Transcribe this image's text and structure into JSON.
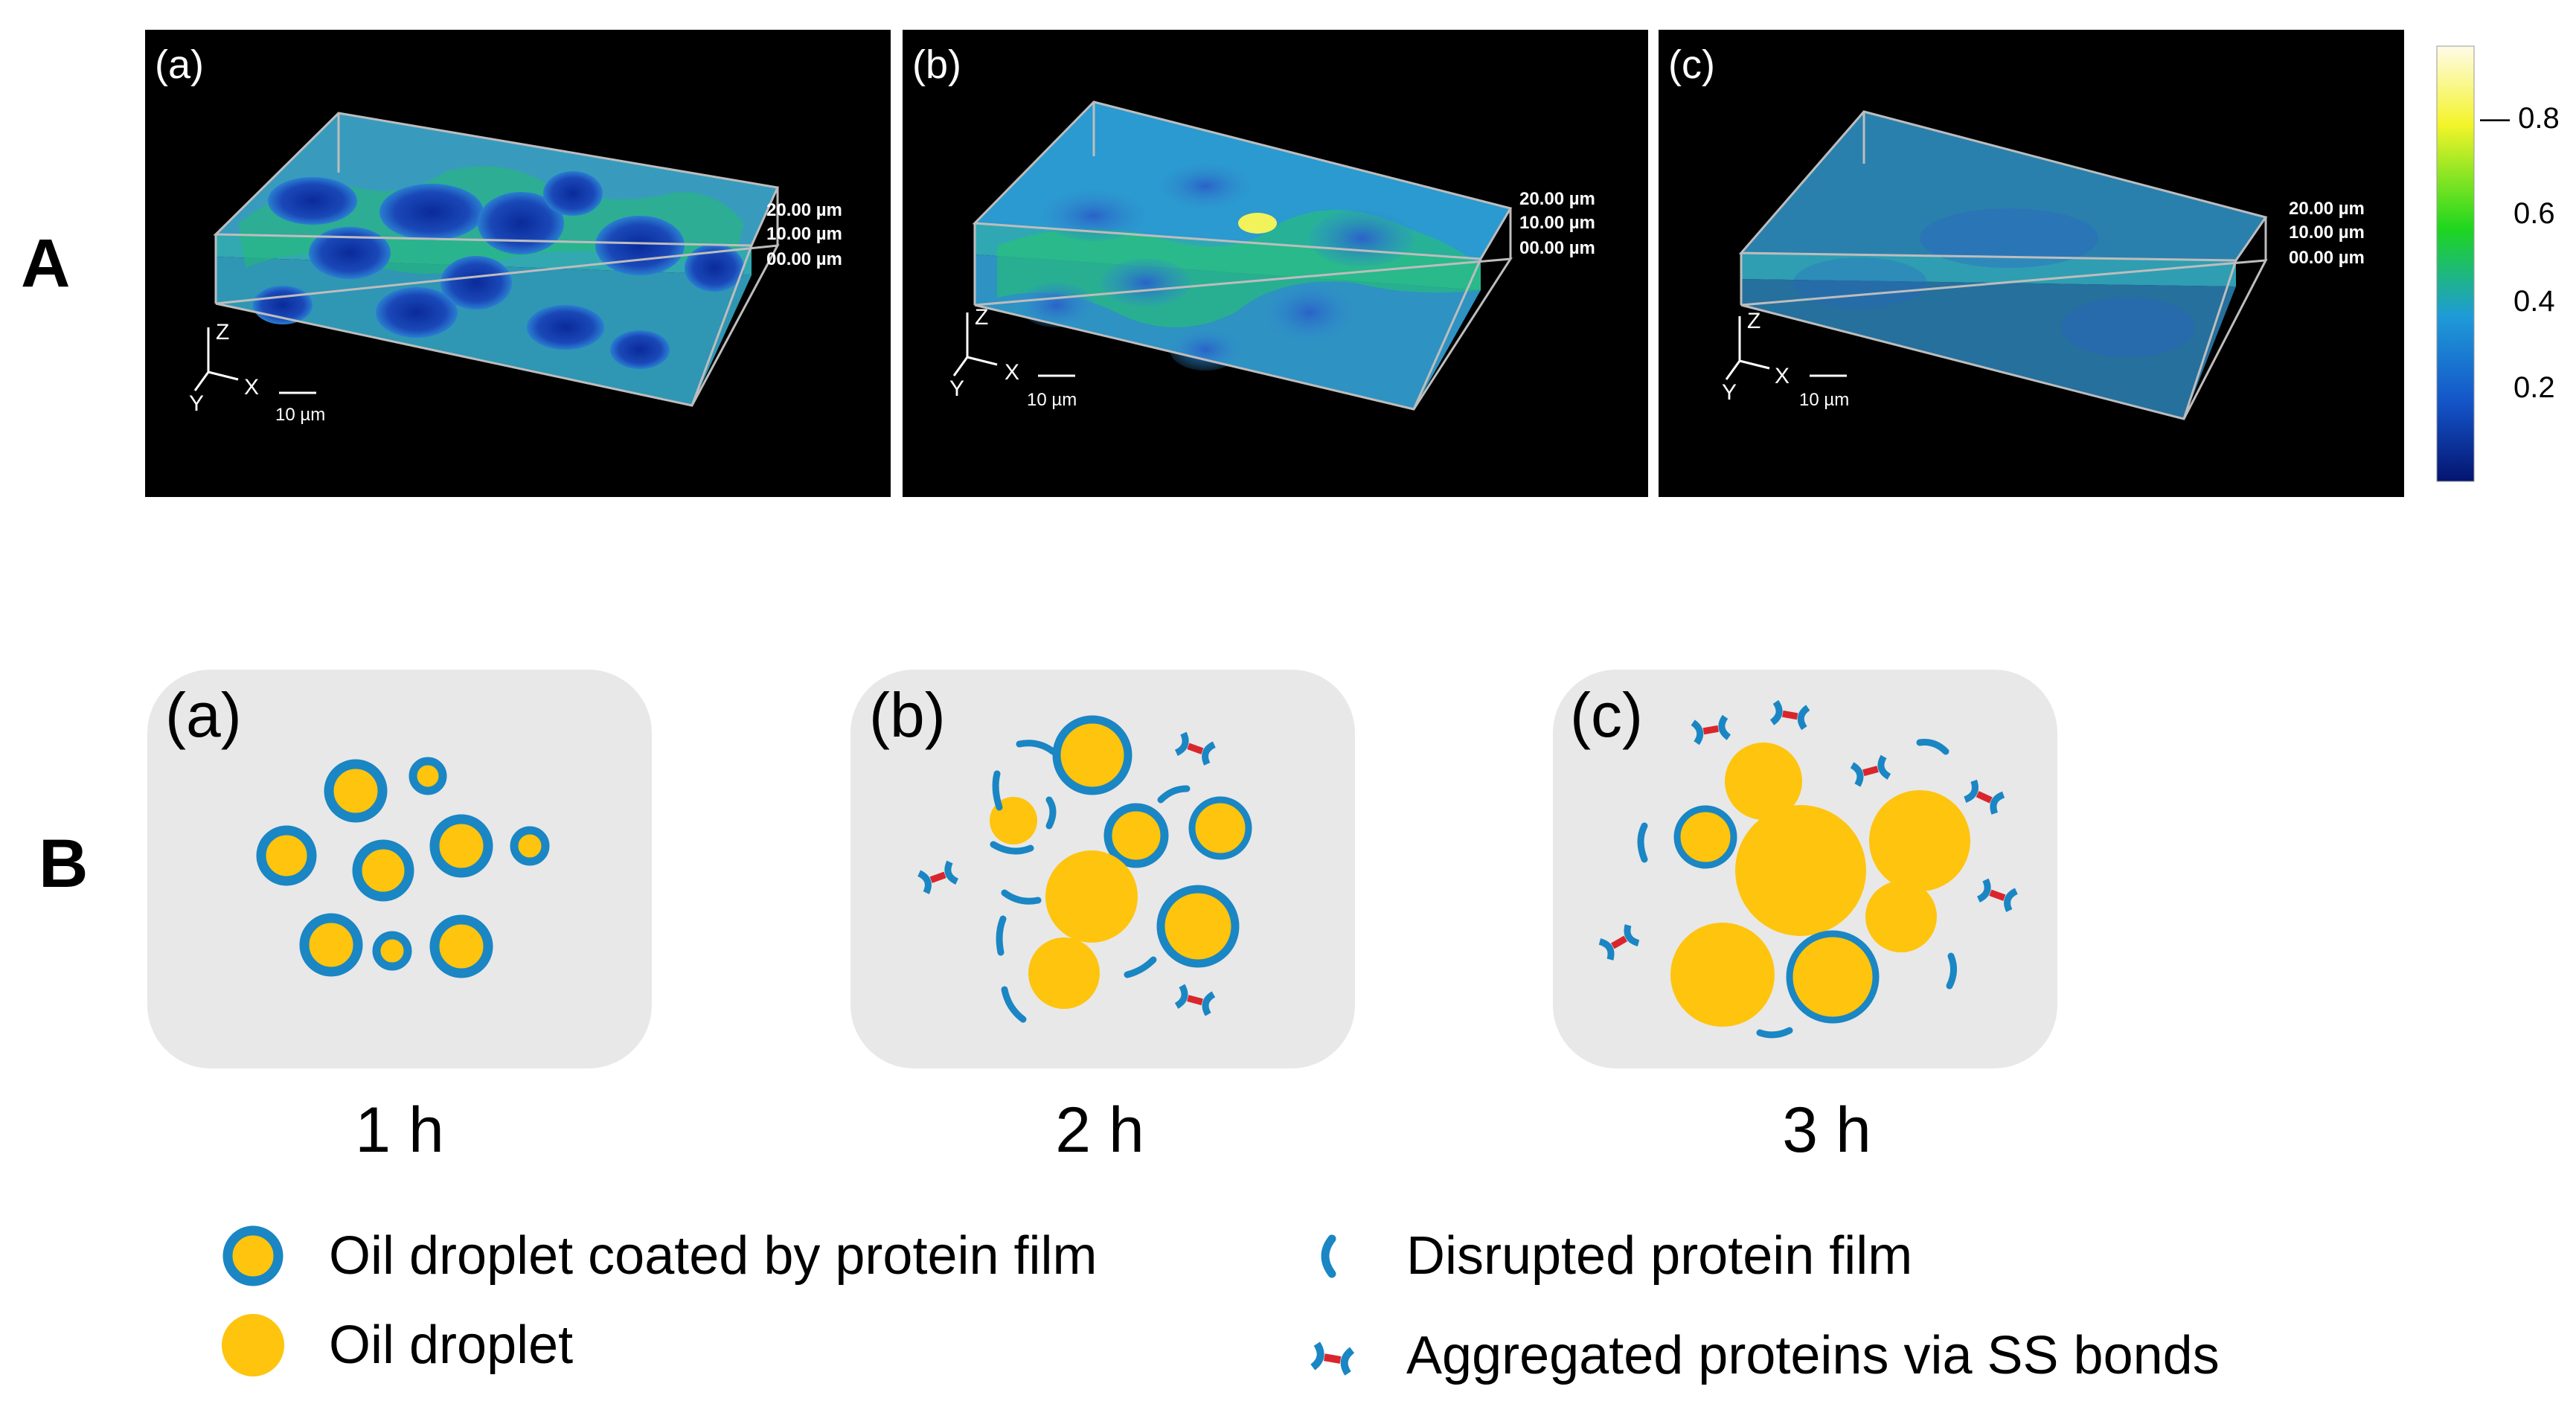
{
  "section_a": {
    "label": "A",
    "panels": [
      {
        "label": "(a)",
        "depth_labels": [
          "20.00 µm",
          "10.00 µm",
          "00.00 µm"
        ],
        "scale_label": "10 µm",
        "axes": {
          "z": "Z",
          "x": "X",
          "y": "Y"
        }
      },
      {
        "label": "(b)",
        "depth_labels": [
          "20.00 µm",
          "10.00 µm",
          "00.00 µm"
        ],
        "scale_label": "10 µm",
        "axes": {
          "z": "Z",
          "x": "X",
          "y": "Y"
        }
      },
      {
        "label": "(c)",
        "depth_labels": [
          "20.00 µm",
          "10.00 µm",
          "00.00 µm"
        ],
        "scale_label": "10 µm",
        "axes": {
          "z": "Z",
          "x": "X",
          "y": "Y"
        }
      }
    ],
    "colorbar": {
      "ticks": [
        "— 0.8",
        "0.6",
        "0.4",
        "0.2"
      ],
      "colors": [
        "#fffbe8",
        "#f4f42a",
        "#1ed61e",
        "#1f9bd8",
        "#1454c8",
        "#041470"
      ]
    }
  },
  "section_b": {
    "label": "B",
    "panels": [
      {
        "label": "(a)",
        "time": "1 h"
      },
      {
        "label": "(b)",
        "time": "2 h"
      },
      {
        "label": "(c)",
        "time": "3 h"
      }
    ]
  },
  "legend": {
    "coated_droplet": "Oil droplet coated by protein film",
    "oil_droplet": "Oil droplet",
    "disrupted_film": "Disrupted protein film",
    "aggregated": "Aggregated proteins via SS bonds"
  },
  "colors": {
    "oil": "#fec40e",
    "protein_film": "#1a86c4",
    "ss_bond": "#d9262c",
    "panel_bg": "#e8e8e8",
    "micro_bg": "#000000"
  }
}
